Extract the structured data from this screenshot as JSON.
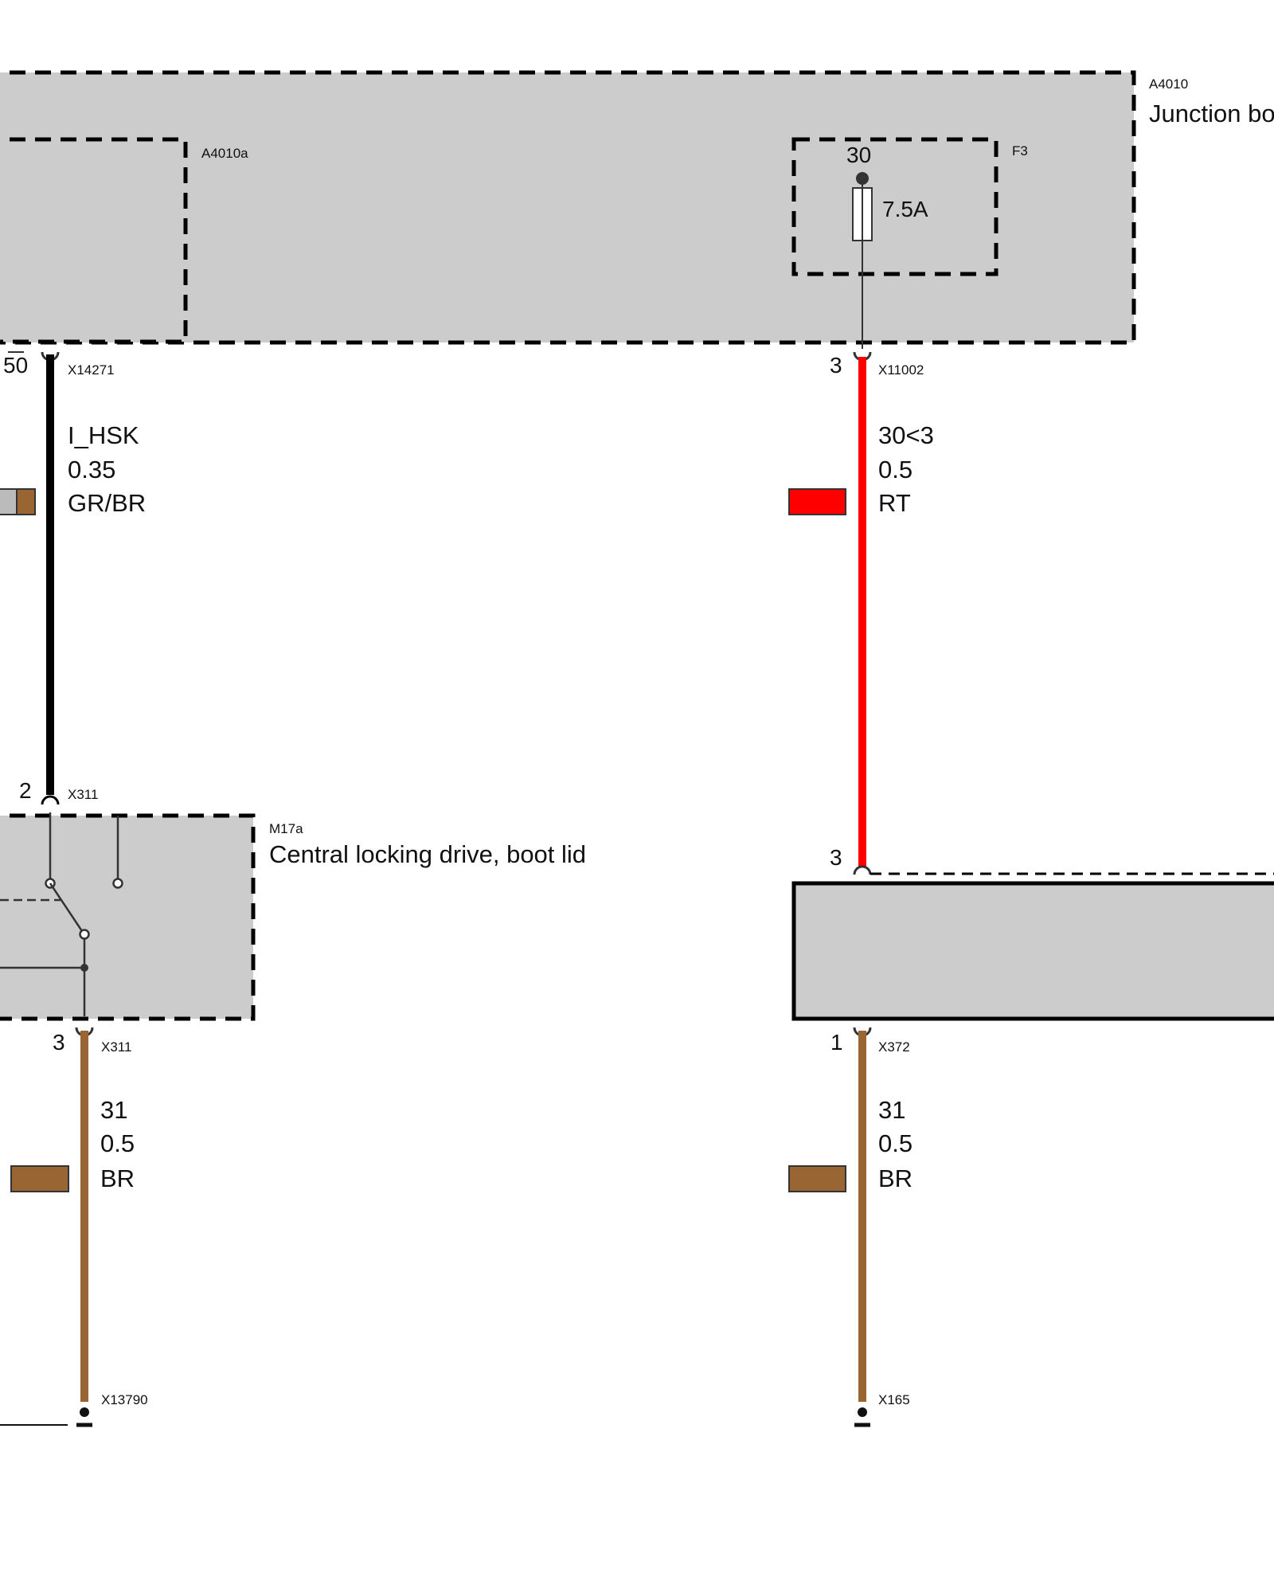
{
  "colors": {
    "module_fill": "#cccccc",
    "wire_black": "#000000",
    "wire_red": "#ff0000",
    "wire_brown": "#996633",
    "swatch_grey": "#bbbbbb",
    "line": "#333333",
    "border": "#000000"
  },
  "junction_box": {
    "id": "A4010",
    "name": "Junction bo",
    "submodule_id": "A4010a",
    "fuse": {
      "id": "F3",
      "terminal": "30",
      "rating": "7.5A"
    }
  },
  "wires": {
    "left_top": {
      "pin_top": "50",
      "connector_top": "X14271",
      "signal": "I_HSK",
      "cross_section": "0.35",
      "color_code": "GR/BR",
      "pin_bottom": "2",
      "connector_bottom": "X311"
    },
    "right_top": {
      "pin_top": "3",
      "connector_top": "X11002",
      "signal": "30<3",
      "cross_section": "0.5",
      "color_code": "RT",
      "pin_bottom": "3"
    },
    "left_bottom": {
      "pin_top": "3",
      "connector_top": "X311",
      "signal": "31",
      "cross_section": "0.5",
      "color_code": "BR",
      "ground": "X13790"
    },
    "right_bottom": {
      "pin_top": "1",
      "connector_top": "X372",
      "signal": "31",
      "cross_section": "0.5",
      "color_code": "BR",
      "ground": "X165"
    }
  },
  "drive_module": {
    "id": "M17a",
    "name": "Central locking drive, boot lid"
  }
}
